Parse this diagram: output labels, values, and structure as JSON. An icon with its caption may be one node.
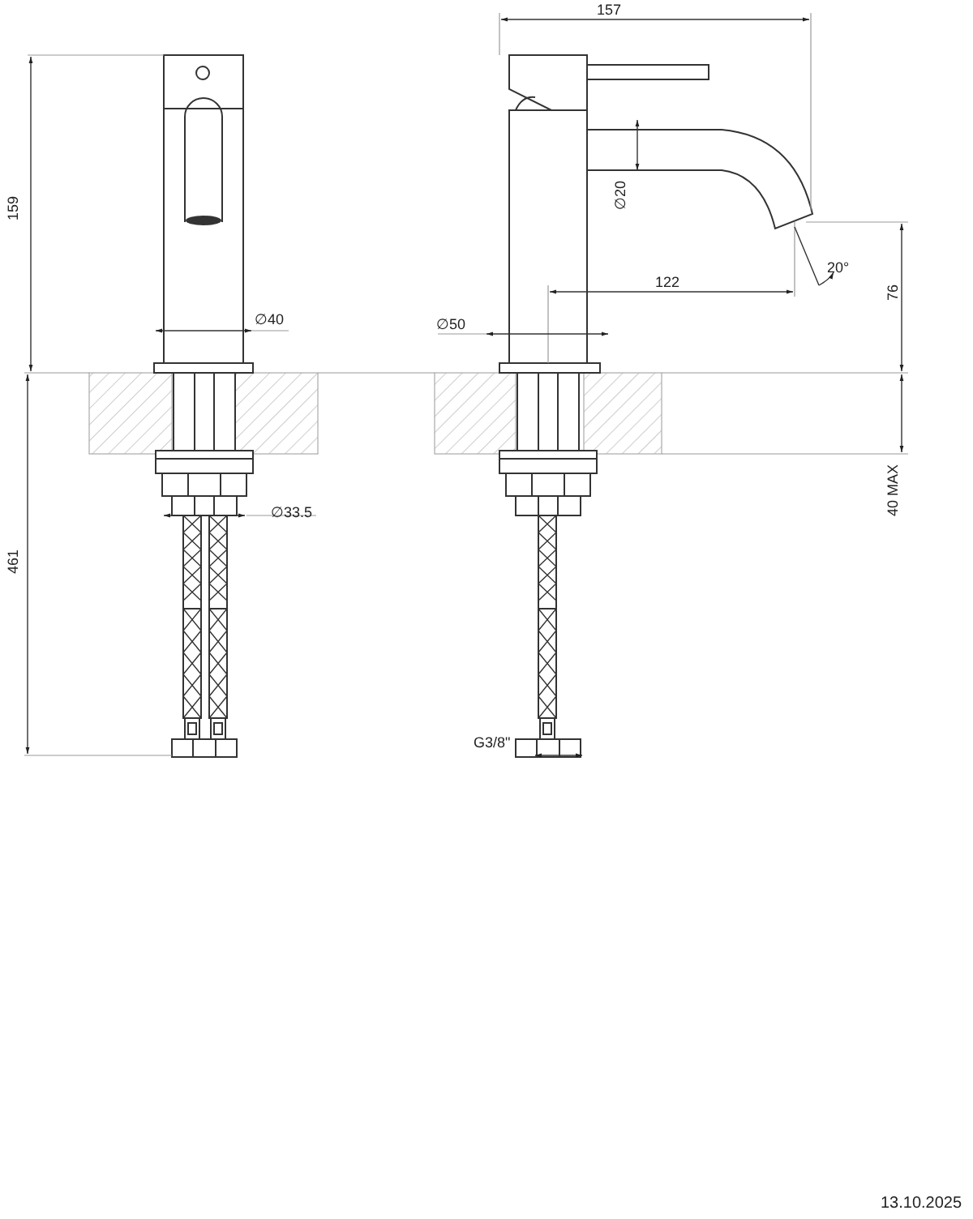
{
  "diagram": {
    "labels": [
      "157",
      "159",
      "∅20",
      "20°",
      "122",
      "76",
      "∅40",
      "∅50",
      "40 MAX",
      "∅33.5",
      "461",
      "G3/8\"",
      "13.10.2025"
    ]
  }
}
